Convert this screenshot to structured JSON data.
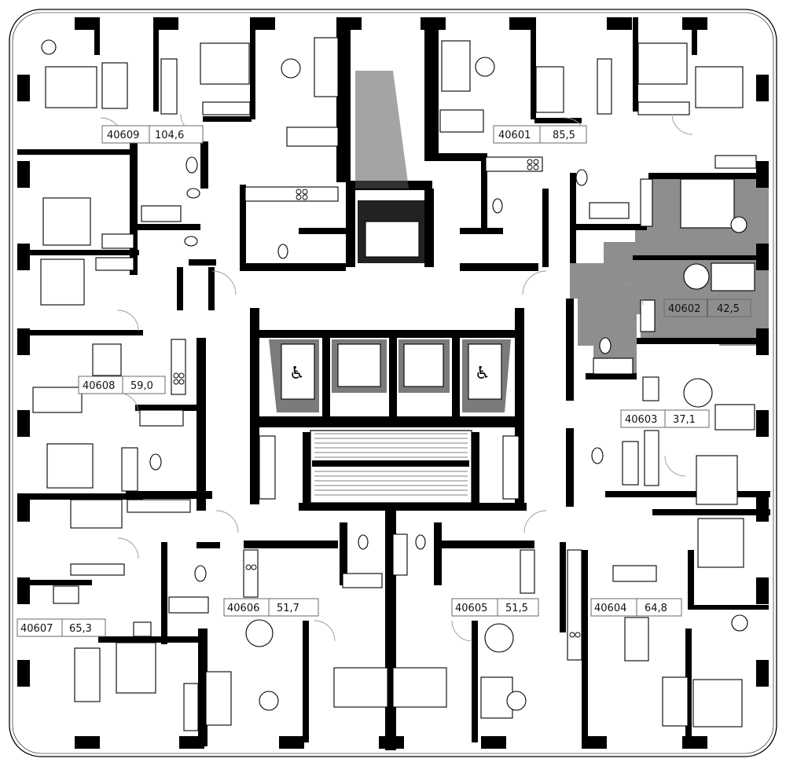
{
  "colors": {
    "wall": "#000000",
    "highlight": "#8e8e8e",
    "background": "#ffffff",
    "label_border": "#6a6a6a"
  },
  "apartments": [
    {
      "id": "apt-40609",
      "number": "40609",
      "area": "104,6"
    },
    {
      "id": "apt-40601",
      "number": "40601",
      "area": "85,5"
    },
    {
      "id": "apt-40602",
      "number": "40602",
      "area": "42,5",
      "highlighted": true
    },
    {
      "id": "apt-40608",
      "number": "40608",
      "area": "59,0"
    },
    {
      "id": "apt-40603",
      "number": "40603",
      "area": "37,1"
    },
    {
      "id": "apt-40606",
      "number": "40606",
      "area": "51,7"
    },
    {
      "id": "apt-40605",
      "number": "40605",
      "area": "51,5"
    },
    {
      "id": "apt-40604",
      "number": "40604",
      "area": "64,8"
    },
    {
      "id": "apt-40607",
      "number": "40607",
      "area": "65,3"
    }
  ],
  "icons": {
    "elevator_accessible": "wheelchair-icon",
    "stove": "stove-icon"
  }
}
